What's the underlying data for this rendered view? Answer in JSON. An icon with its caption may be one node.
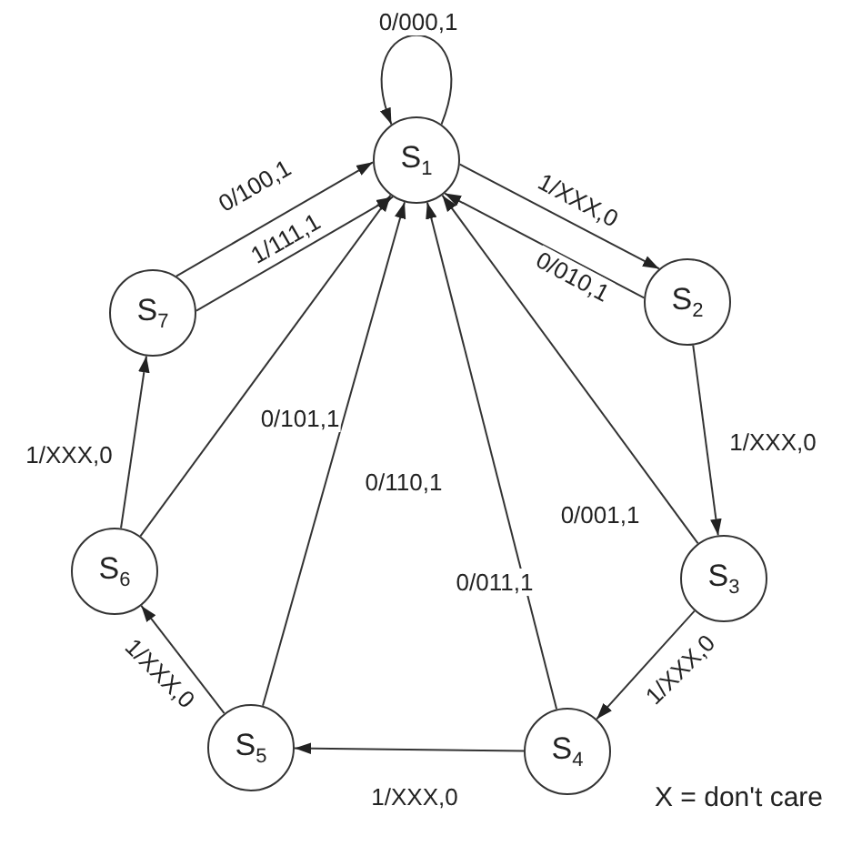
{
  "diagram": {
    "nodes": [
      {
        "text": [
          "S$_{1}$"
        ]
      },
      {
        "text": [
          "S$_{2}$"
        ]
      },
      {
        "text": [
          "S$_{3}$"
        ]
      },
      {
        "text": [
          "S$_{4}$"
        ]
      },
      {
        "text": [
          "S$_{5}$"
        ]
      },
      {
        "text": [
          "S$_{6}$"
        ]
      },
      {
        "text": [
          "S$_{7}$"
        ]
      }
    ],
    "edges": [
      {
        "from": 0,
        "to": 0,
        "arrow": "to",
        "label": "0/000,1"
      },
      {
        "from": 0,
        "to": 1,
        "arrow": "to",
        "label": "1/XXX,0"
      },
      {
        "from": 1,
        "to": 0,
        "arrow": "to",
        "label": "0/010,1"
      },
      {
        "from": 1,
        "to": 2,
        "arrow": "to",
        "label": "1/XXX,0"
      },
      {
        "from": 2,
        "to": 0,
        "arrow": "to",
        "label": "0/001,1"
      },
      {
        "from": 2,
        "to": 3,
        "arrow": "to",
        "label": "1/XXX,0"
      },
      {
        "from": 3,
        "to": 0,
        "arrow": "to",
        "label": "0/011,1"
      },
      {
        "from": 3,
        "to": 4,
        "arrow": "to",
        "label": "1/XXX,0"
      },
      {
        "from": 4,
        "to": 0,
        "arrow": "to",
        "label": "0/110,1"
      },
      {
        "from": 4,
        "to": 5,
        "arrow": "to",
        "label": "1/XXX,0"
      },
      {
        "from": 5,
        "to": 0,
        "arrow": "to",
        "label": "0/101,1"
      },
      {
        "from": 5,
        "to": 6,
        "arrow": "to",
        "label": "1/XXX,0"
      },
      {
        "from": 6,
        "to": 0,
        "arrow": "to",
        "label": "0/100,1"
      },
      {
        "from": 6,
        "to": 0,
        "arrow": "to",
        "label": "1/111,1"
      }
    ],
    "labels": [
      "X = don't care"
    ]
  }
}
